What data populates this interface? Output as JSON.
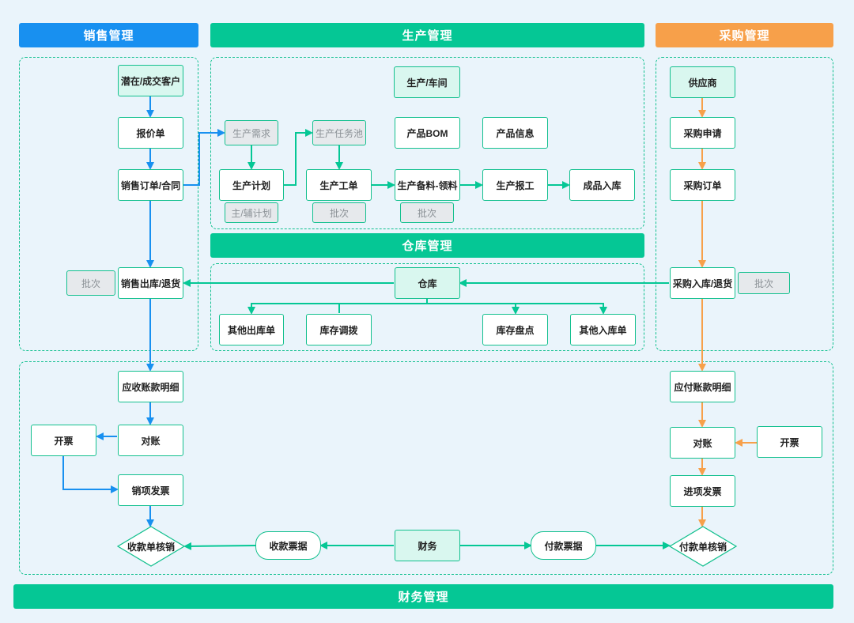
{
  "headers": {
    "sales": "销售管理",
    "production": "生产管理",
    "purchase": "采购管理",
    "warehouse": "仓库管理",
    "finance": "财务管理"
  },
  "sales": {
    "customer": "潜在/成交客户",
    "quote": "报价单",
    "order": "销售订单/合同",
    "outbound": "销售出库/退货",
    "batch": "批次"
  },
  "production": {
    "workshop": "生产/车间",
    "demand": "生产需求",
    "task_pool": "生产任务池",
    "bom": "产品BOM",
    "product_info": "产品信息",
    "plan": "生产计划",
    "work_order": "生产工单",
    "material": "生产备料-领料",
    "report": "生产报工",
    "finished_in": "成品入库",
    "plan_sub": "主/辅计划",
    "batch_1": "批次",
    "batch_2": "批次"
  },
  "purchase": {
    "supplier": "供应商",
    "request": "采购申请",
    "order": "采购订单",
    "inbound": "采购入库/退货",
    "batch": "批次"
  },
  "warehouse": {
    "warehouse": "仓库",
    "other_out": "其他出库单",
    "transfer": "库存调拨",
    "stocktake": "库存盘点",
    "other_in": "其他入库单"
  },
  "finance": {
    "receivable": "应收账款明细",
    "recon_ar": "对账",
    "invoice_ar": "开票",
    "sales_invoice": "销项发票",
    "receipt_writeoff": "收款单核销",
    "receipt_bill": "收款票据",
    "finance": "财务",
    "payment_bill": "付款票据",
    "payment_writeoff": "付款单核销",
    "payable": "应付账款明细",
    "recon_ap": "对账",
    "invoice_ap": "开票",
    "purchase_invoice": "进项发票"
  },
  "colors": {
    "sales_blue": "#1890f0",
    "main_green": "#05c795",
    "purchase_orange": "#f7a04a",
    "background": "#eaf4fb"
  }
}
